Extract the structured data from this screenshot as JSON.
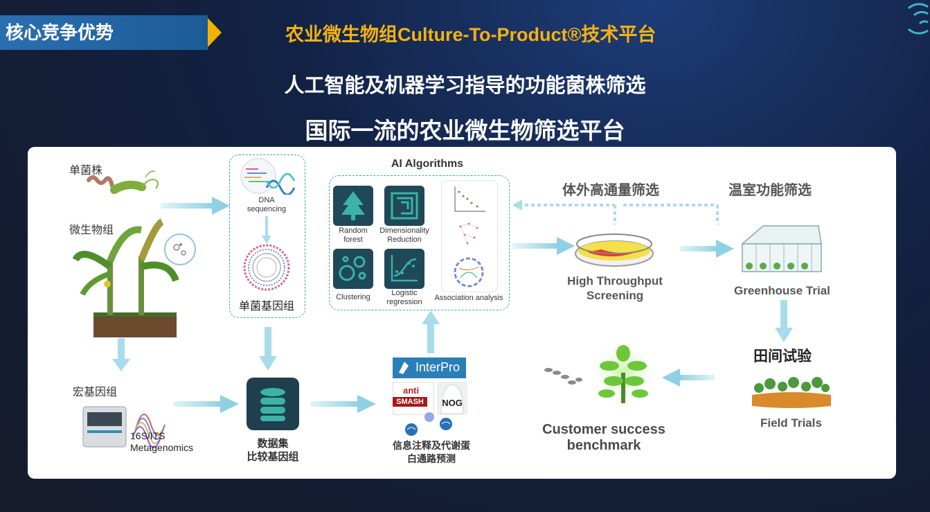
{
  "header": {
    "badge": "核心竞争优势",
    "title": "农业微生物组Culture-To-Product®技术平台",
    "subtitle1": "人工智能及机器学习指导的功能菌株筛选",
    "subtitle2": "国际一流的农业微生物筛选平台"
  },
  "diagram": {
    "single_strain": "单菌株",
    "microbiome": "微生物组",
    "metagenome": "宏基因组",
    "metagenomics_line1": "16S/ITS",
    "metagenomics_line2": "Metagenomics",
    "dna_line1": "DNA",
    "dna_line2": "sequencing",
    "single_genome": "单菌基因组",
    "ai_title": "AI Algorithms",
    "algorithms": [
      {
        "line1": "Random",
        "line2": "forest"
      },
      {
        "line1": "Dimensionality",
        "line2": "Reduction"
      },
      {
        "line1": "Clustering",
        "line2": ""
      },
      {
        "line1": "Logistic",
        "line2": "regression"
      }
    ],
    "association": "Association analysis",
    "dataset_line1": "数据集",
    "dataset_line2": "比较基因组",
    "interpro": "InterPro",
    "antismash_line1": "anti",
    "antismash_line2": "SMASH",
    "nog": "NOG",
    "annotation_line1": "信息注释及代谢蛋",
    "annotation_line2": "白通路预测",
    "invitro_cn": "体外高通量筛选",
    "greenhouse_cn": "温室功能筛选",
    "hts_line1": "High Throughput",
    "hts_line2": "Screening",
    "greenhouse_en": "Greenhouse Trial",
    "field_cn": "田间试验",
    "field_en": "Field Trials",
    "customer_line1": "Customer success",
    "customer_line2": "benchmark"
  },
  "colors": {
    "accent": "#f6b20f",
    "badge": "#2a6fb0",
    "teal": "#3aa79a",
    "tile": "#1f4858",
    "arrow": "#a8dcea"
  }
}
